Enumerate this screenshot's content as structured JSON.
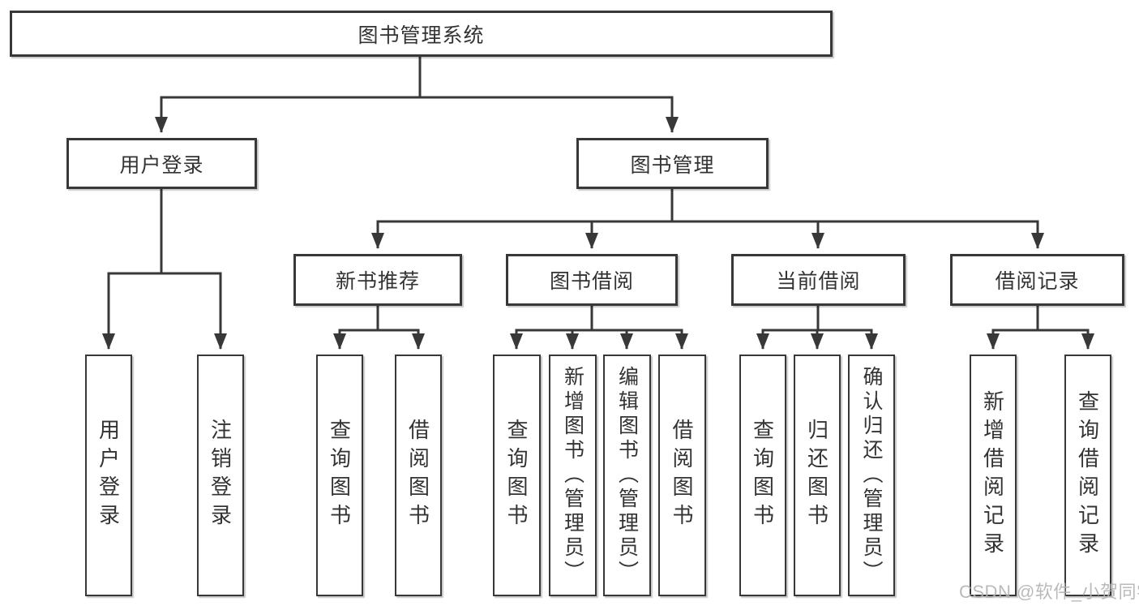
{
  "tree": {
    "label": "图书管理系统",
    "children": [
      {
        "label": "用户登录",
        "children": [
          {
            "label": "用户登录"
          },
          {
            "label": "注销登录"
          }
        ]
      },
      {
        "label": "图书管理",
        "children": [
          {
            "label": "新书推荐",
            "children": [
              {
                "label": "查询图书"
              },
              {
                "label": "借阅图书"
              }
            ]
          },
          {
            "label": "图书借阅",
            "children": [
              {
                "label": "查询图书"
              },
              {
                "label": "新增图书（管理员）"
              },
              {
                "label": "编辑图书（管理员）"
              },
              {
                "label": "借阅图书"
              }
            ]
          },
          {
            "label": "当前借阅",
            "children": [
              {
                "label": "查询图书"
              },
              {
                "label": "归还图书"
              },
              {
                "label": "确认归还（管理员）"
              }
            ]
          },
          {
            "label": "借阅记录",
            "children": [
              {
                "label": "新增借阅记录"
              },
              {
                "label": "查询借阅记录"
              }
            ]
          }
        ]
      }
    ]
  },
  "watermark": "CSDN @软件_小贺同学",
  "colors": {
    "line": "#383838",
    "box_border": "#383838",
    "text": "#333333",
    "background": "#ffffff",
    "watermark": "#b3b3b3"
  }
}
